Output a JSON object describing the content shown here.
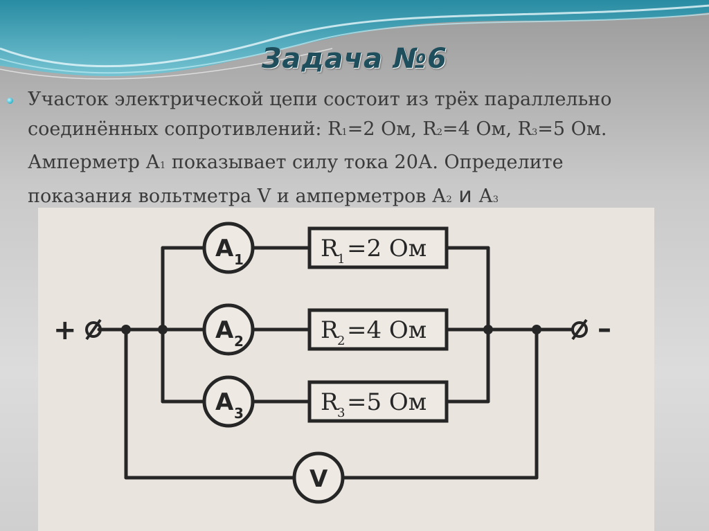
{
  "slide": {
    "title": "Задача №6"
  },
  "task": {
    "line1": "Участок электрической цепи состоит из трёх параллельно",
    "line2_a": "соединённых сопротивлений: R",
    "line2_s1": "1",
    "line2_b": "=2 Ом, R",
    "line2_s2": "2",
    "line2_c": "=4 Ом, R",
    "line2_s3": "3",
    "line2_d": "=5 Ом.",
    "line3_a": "Амперметр А",
    "line3_s1": "1",
    "line3_b": " показывает силу тока 20А. Определите",
    "line4_a": "показания вольтметра V и амперметров А",
    "line4_s2": "2",
    "line4_and": " и ",
    "line4_b": "А",
    "line4_s3": "3"
  },
  "circuit": {
    "plus_label": "+",
    "minus_label": "–",
    "ammeter_letter": "A",
    "ammeters": [
      {
        "letter": "A",
        "index": "1"
      },
      {
        "letter": "A",
        "index": "2"
      },
      {
        "letter": "A",
        "index": "3"
      }
    ],
    "resistors": [
      {
        "letter": "R",
        "index": "1",
        "value": "=2 Ом"
      },
      {
        "letter": "R",
        "index": "2",
        "value": "=4 Ом"
      },
      {
        "letter": "R",
        "index": "3",
        "value": "=5 Ом"
      }
    ],
    "voltmeter_letter": "V"
  },
  "colors": {
    "title": "#1f4e5c",
    "wave_teal": "#1d8fa8",
    "text": "#3a3a3a"
  }
}
